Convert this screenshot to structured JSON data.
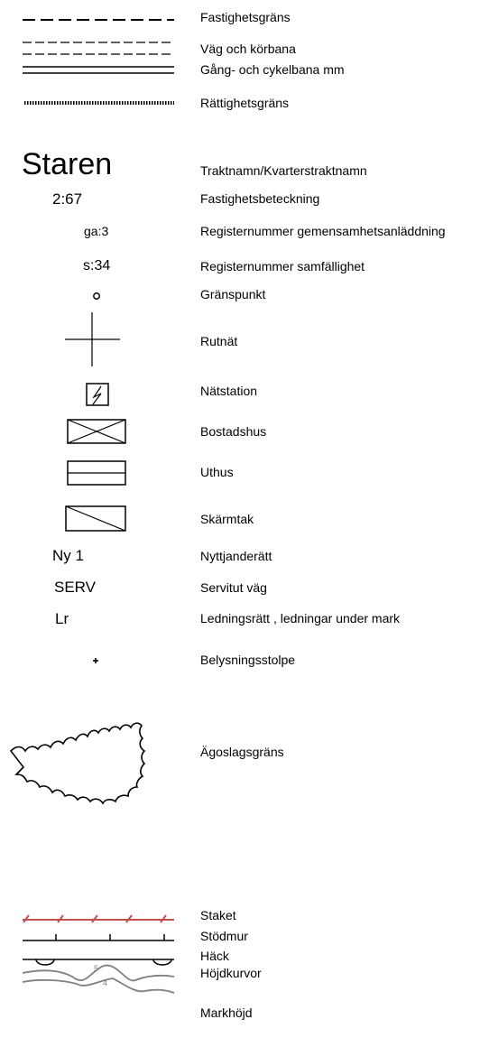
{
  "legend": [
    {
      "key": "fastighetsgrans",
      "symbol": "dashed-line-icon",
      "label": "Fastighetsgräns"
    },
    {
      "key": "vag",
      "symbol": "double-dashed-line-icon",
      "label": "Väg och körbana"
    },
    {
      "key": "gang",
      "symbol": "double-line-icon",
      "label": "Gång- och cykelbana mm"
    },
    {
      "key": "rattighet",
      "symbol": "hatched-line-icon",
      "label": "Rättighetsgräns"
    },
    {
      "key": "trakt",
      "symbol_text": "Staren",
      "label": "Traktnamn/Kvarterstraktnamn"
    },
    {
      "key": "fastbet",
      "symbol_text": "2:67",
      "label": "Fastighetsbeteckning"
    },
    {
      "key": "ga",
      "symbol_text": "ga:3",
      "label": "Registernummer gemensamhetsanläddning"
    },
    {
      "key": "s",
      "symbol_text": "s:34",
      "label": "Registernummer samfällighet"
    },
    {
      "key": "granspunkt",
      "symbol": "small-circle-icon",
      "label": "Gränspunkt"
    },
    {
      "key": "rutnat",
      "symbol": "cross-icon",
      "label": "Rutnät"
    },
    {
      "key": "natstation",
      "symbol": "lightning-box-icon",
      "label": "Nätstation"
    },
    {
      "key": "bostadshus",
      "symbol": "x-box-icon",
      "label": "Bostadshus"
    },
    {
      "key": "uthus",
      "symbol": "split-box-icon",
      "label": "Uthus"
    },
    {
      "key": "skarmtak",
      "symbol": "diagonal-box-icon",
      "label": "Skärmtak"
    },
    {
      "key": "nyttjande",
      "symbol_text": "Ny 1",
      "label": "Nyttjanderätt"
    },
    {
      "key": "servitut",
      "symbol_text": "SERV",
      "label": "Servitut väg"
    },
    {
      "key": "ledning",
      "symbol_text": "Lr",
      "label": "Ledningsrätt , ledningar under mark"
    },
    {
      "key": "belysning",
      "symbol": "lamp-post-icon",
      "label": "Belysningsstolpe"
    },
    {
      "key": "agoslag",
      "symbol": "scalloped-boundary-icon",
      "label": "Ägoslagsgräns"
    },
    {
      "key": "staket",
      "symbol": "fence-line-icon",
      "label": "Staket"
    },
    {
      "key": "stodmur",
      "symbol": "retaining-wall-icon",
      "label": "Stödmur"
    },
    {
      "key": "hack",
      "symbol": "hedge-line-icon",
      "label": "Häck"
    },
    {
      "key": "hojdkurvor",
      "symbol": "contour-lines-icon",
      "label": "Höjdkurvor",
      "contour_labels": [
        "5",
        "4"
      ]
    },
    {
      "key": "markhojd",
      "label": "Markhöjd"
    }
  ],
  "colors": {
    "staket": "#c0504d",
    "contour": "#808080"
  }
}
